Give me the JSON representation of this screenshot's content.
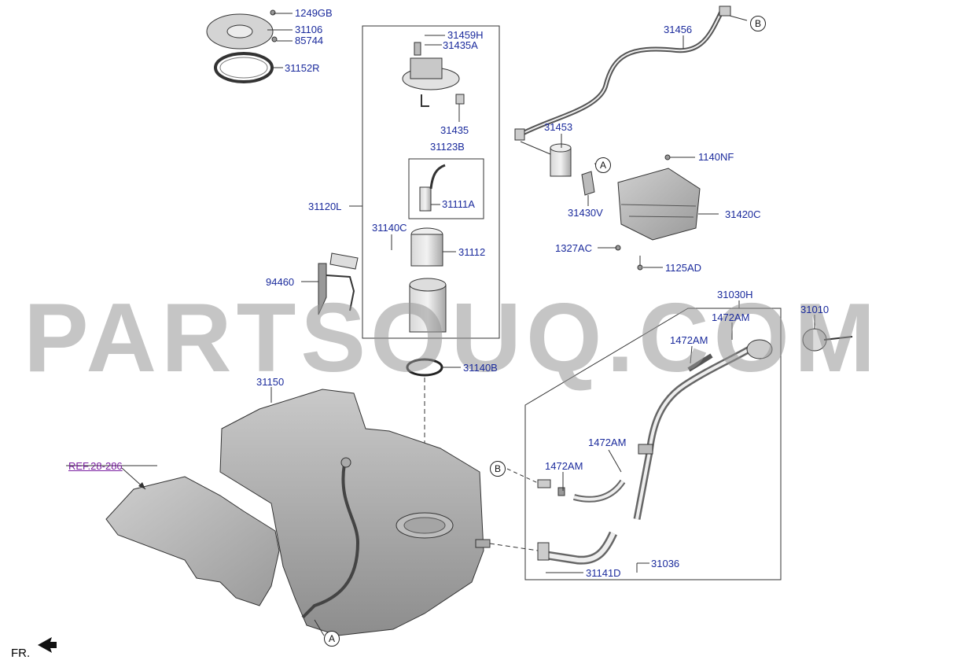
{
  "diagram": {
    "watermark": "PARTSOUQ.COM",
    "direction_label": "FR.",
    "reference_link": "REF.28-286",
    "callouts": {
      "a": "A",
      "b": "B"
    },
    "parts": {
      "p1249GB": "1249GB",
      "p31106": "31106",
      "p85744": "85744",
      "p31152R": "31152R",
      "p31459H": "31459H",
      "p31435A": "31435A",
      "p31435": "31435",
      "p31123B": "31123B",
      "p31111A": "31111A",
      "p31120L": "31120L",
      "p31140C": "31140C",
      "p31112": "31112",
      "p94460": "94460",
      "p31140B": "31140B",
      "p31150": "31150",
      "p31456": "31456",
      "p31453": "31453",
      "p1140NF": "1140NF",
      "p31430V": "31430V",
      "p31420C": "31420C",
      "p1327AC": "1327AC",
      "p1125AD": "1125AD",
      "p31030H": "31030H",
      "p31010": "31010",
      "p1472AM_a": "1472AM",
      "p1472AM_b": "1472AM",
      "p1472AM_c": "1472AM",
      "p1472AM_d": "1472AM",
      "p31036": "31036",
      "p31141D": "31141D"
    }
  }
}
